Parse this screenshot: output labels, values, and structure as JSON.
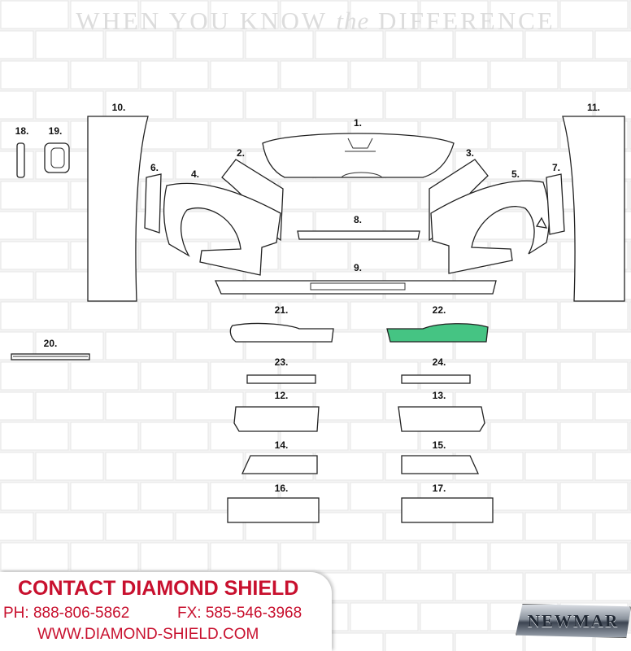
{
  "tagline": {
    "before": "WHEN YOU KNOW",
    "italic": "the",
    "after": "DIFFERENCE"
  },
  "parts": {
    "p1": "1.",
    "p2": "2.",
    "p3": "3.",
    "p4": "4.",
    "p5": "5.",
    "p6": "6.",
    "p7": "7.",
    "p8": "8.",
    "p9": "9.",
    "p10": "10.",
    "p11": "11.",
    "p12": "12.",
    "p13": "13.",
    "p14": "14.",
    "p15": "15.",
    "p16": "16.",
    "p17": "17.",
    "p18": "18.",
    "p19": "19.",
    "p20": "20.",
    "p21": "21.",
    "p22": "22.",
    "p23": "23.",
    "p24": "24."
  },
  "highlight": {
    "part": "22.",
    "color": "#45c483"
  },
  "contact": {
    "heading": "CONTACT DIAMOND SHIELD",
    "phone": "PH: 888-806-5862",
    "fax": "FX: 585-546-3968",
    "website": "WWW.DIAMOND-SHIELD.COM",
    "color": "#c8102e"
  },
  "brand": {
    "logo_text": "NEWMAR"
  }
}
